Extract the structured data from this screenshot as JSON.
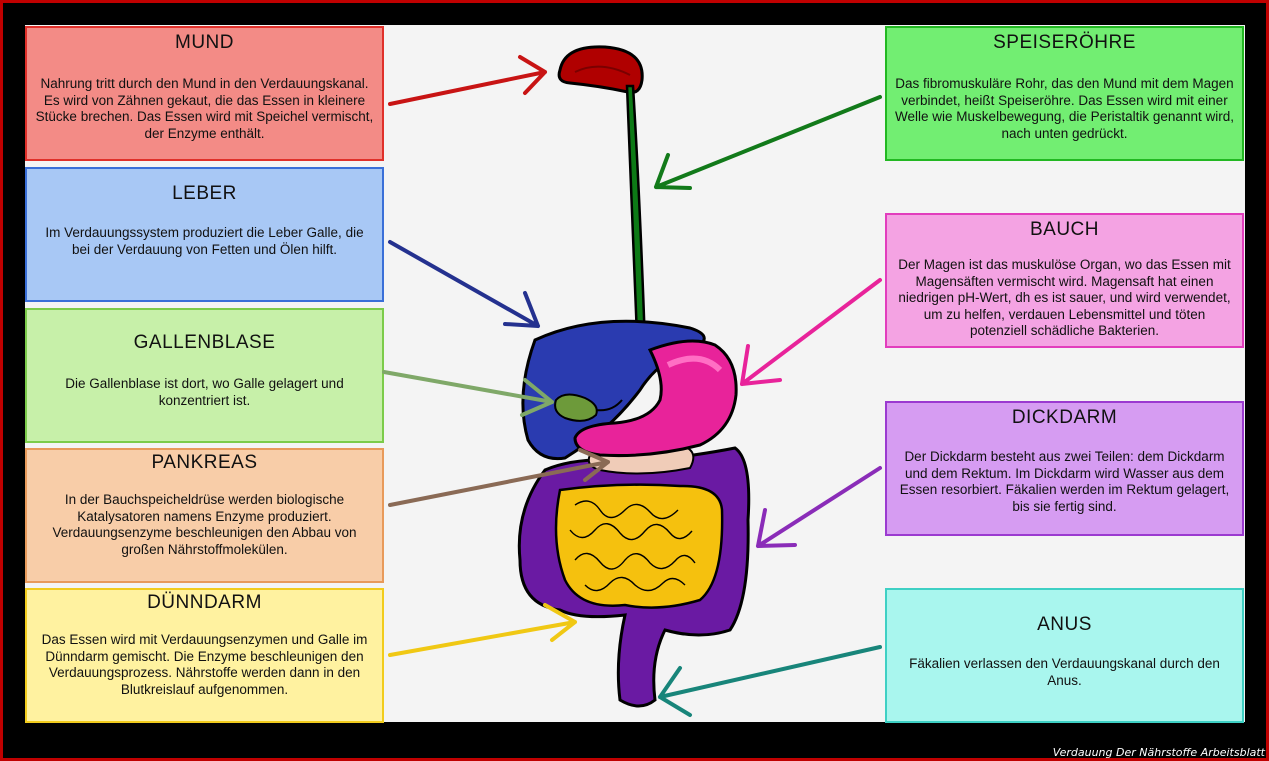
{
  "boxes": {
    "mund": {
      "title": "MUND",
      "text": "Nahrung tritt durch den Mund in den Verdauungskanal. Es wird von Zähnen gekaut, die das Essen in kleinere Stücke brechen. Das Essen wird mit Speichel vermischt, der Enzyme enthält.",
      "color": "#f38b86"
    },
    "leber": {
      "title": "LEBER",
      "text": "Im Verdauungssystem produziert die Leber Galle, die bei der Verdauung von Fetten und Ölen hilft.",
      "color": "#a8c8f5"
    },
    "gallenblase": {
      "title": "GALLENBLASE",
      "text": "Die Gallenblase ist dort, wo Galle gelagert und konzentriert ist.",
      "color": "#c7f0a9"
    },
    "pankreas": {
      "title": "PANKREAS",
      "text": "In der Bauchspeicheldrüse werden biologische Katalysatoren namens Enzyme produziert. Verdauungsenzyme beschleunigen den Abbau von großen Nährstoffmolekülen.",
      "color": "#f8cda8"
    },
    "duenndarm": {
      "title": "DÜNNDARM",
      "text": "Das Essen wird mit Verdauungsenzymen und Galle im Dünndarm gemischt. Die Enzyme beschleunigen den Verdauungsprozess. Nährstoffe werden dann in den Blutkreislauf aufgenommen.",
      "color": "#fff2a0"
    },
    "speiseroehre": {
      "title": "SPEISERÖHRE",
      "text": "Das fibromuskuläre Rohr, das den Mund mit dem Magen verbindet, heißt Speiseröhre. Das Essen wird mit einer Welle wie Muskelbewegung, die Peristaltik genannt wird, nach unten gedrückt.",
      "color": "#72ee72"
    },
    "bauch": {
      "title": "BAUCH",
      "text": "Der Magen ist das muskulöse Organ, wo das Essen mit Magensäften vermischt wird. Magensaft hat einen niedrigen pH-Wert, dh es ist sauer, und wird verwendet, um zu helfen, verdauen Lebensmittel und töten potenziell schädliche Bakterien.",
      "color": "#f4a3e3"
    },
    "dickdarm": {
      "title": "DICKDARM",
      "text": "Der Dickdarm besteht aus zwei Teilen: dem Dickdarm und dem Rektum. Im Dickdarm wird Wasser aus dem Essen resorbiert. Fäkalien werden im Rektum gelagert, bis sie fertig sind.",
      "color": "#d69cf2"
    },
    "anus": {
      "title": "ANUS",
      "text": "Fäkalien verlassen den Verdauungskanal durch den Anus.",
      "color": "#a9f6ee"
    }
  },
  "watermark": "Verdauung Der Nährstoffe Arbeitsblatt"
}
